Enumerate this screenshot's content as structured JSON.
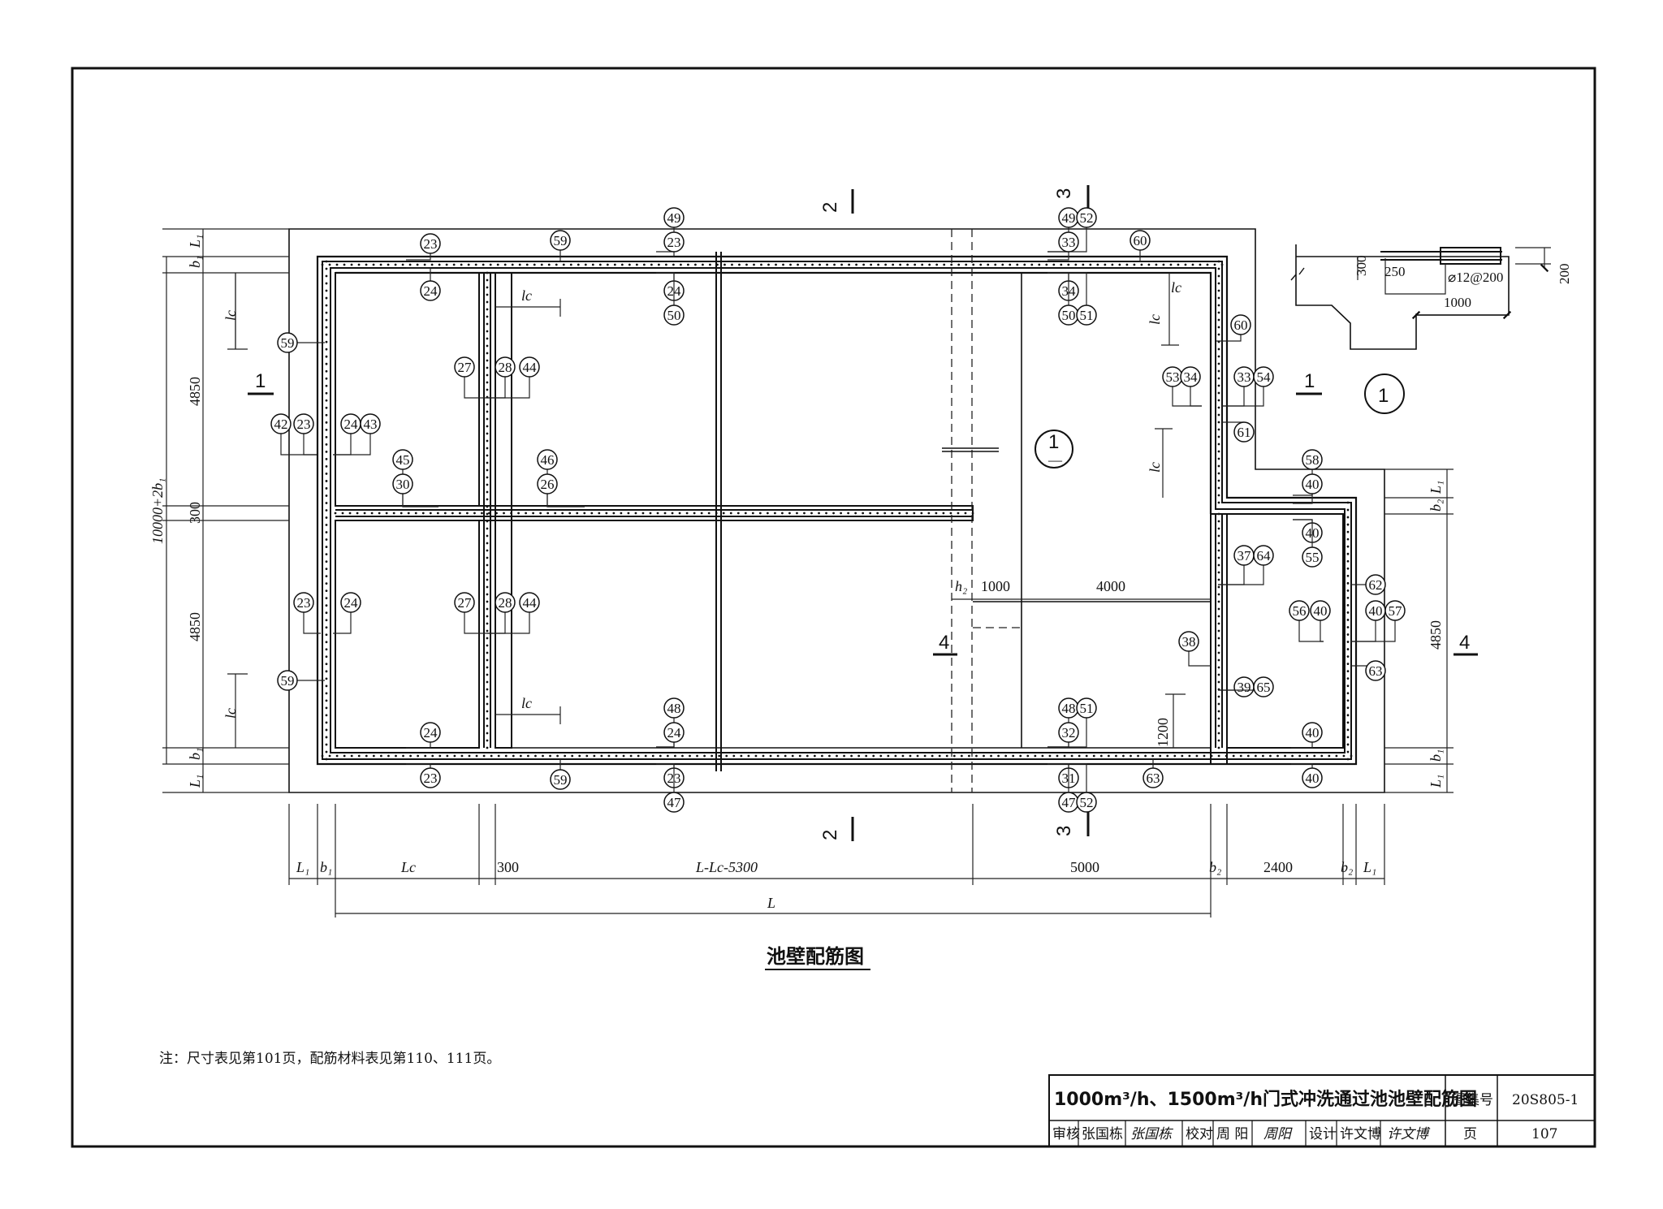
{
  "drawing_title": "池壁配筋图",
  "note": "注：尺寸表见第101页，配筋材料表见第110、111页。",
  "section_marks": {
    "s1_left": "1",
    "s1_right": "1",
    "s2_top": "2",
    "s2_bottom": "2",
    "s3_top": "3",
    "s3_bottom": "3",
    "s4_left": "4",
    "s4_right": "4"
  },
  "detail_callout": {
    "mark": "1",
    "sub": "—"
  },
  "detail_label": "1",
  "detail": {
    "d300": "300",
    "d250": "250",
    "rebar": "⌀12@200",
    "d1000": "1000",
    "d200": "200"
  },
  "bottom_dims": {
    "L1a": "L₁",
    "b1": "b₁",
    "Lc": "Lc",
    "d300": "300",
    "mid": "L-Lc-5300",
    "d5000": "5000",
    "b2a": "b₂",
    "d2400": "2400",
    "b2b": "b₂",
    "L1b": "L₁",
    "L": "L"
  },
  "left_dims": {
    "L1top": "L₁",
    "b1top": "b₁",
    "lc1": "lc",
    "d4850a": "4850",
    "d300": "300",
    "d4850b": "4850",
    "lc2": "lc",
    "b1bot": "b₁",
    "L1bot": "L₁",
    "total": "10000+2b₁"
  },
  "inner_dims": {
    "lc_a": "lc",
    "lc_b": "lc",
    "lc_c": "lc",
    "lc_d": "lc",
    "lc_e": "lc",
    "h2": "h₂",
    "d1000": "1000",
    "d4000": "4000",
    "d1200": "1200"
  },
  "right_dims": {
    "L1a": "L₁",
    "b2": "b₂",
    "d4850": "4850",
    "b1": "b₁",
    "L1b": "L₁"
  },
  "rebar_numbers": [
    "23",
    "24",
    "26",
    "27",
    "28",
    "30",
    "31",
    "32",
    "33",
    "34",
    "37",
    "38",
    "39",
    "40",
    "42",
    "43",
    "44",
    "45",
    "46",
    "47",
    "48",
    "49",
    "50",
    "51",
    "52",
    "53",
    "54",
    "55",
    "56",
    "57",
    "58",
    "59",
    "60",
    "61",
    "62",
    "63",
    "64",
    "65"
  ],
  "title_block": {
    "title": "1000m³/h、1500m³/h门式冲洗通过池池壁配筋图",
    "atlas_label": "图集号",
    "atlas_no": "20S805-1",
    "review_label": "审核",
    "reviewer": "张国栋",
    "reviewer_sig": "张国栋",
    "check_label": "校对",
    "checker": "周 阳",
    "checker_sig": "周阳",
    "design_label": "设计",
    "designer": "许文博",
    "designer_sig": "许文博",
    "page_label": "页",
    "page_no": "107"
  }
}
